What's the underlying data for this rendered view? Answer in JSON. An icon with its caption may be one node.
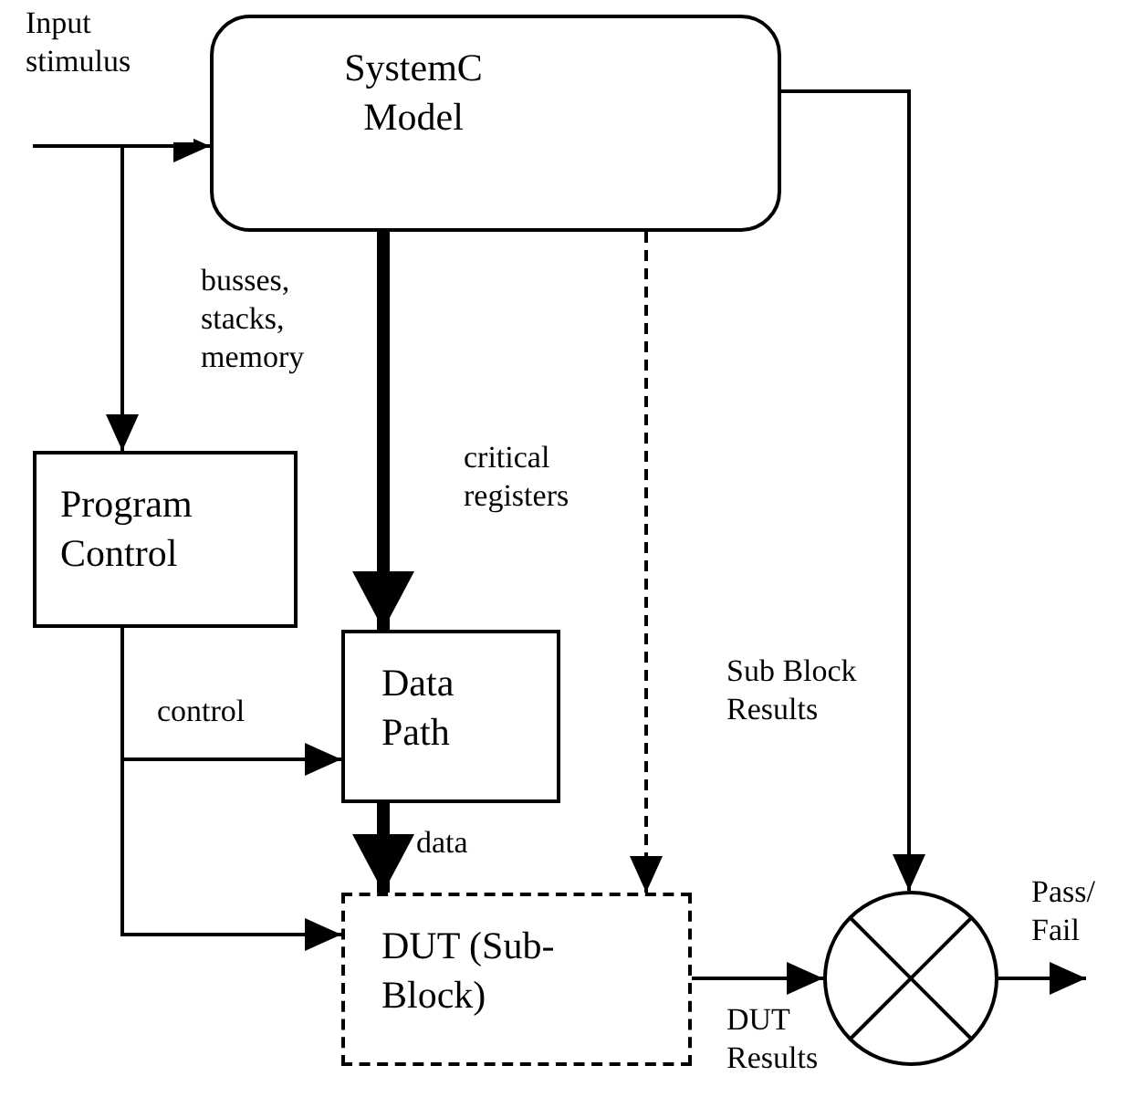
{
  "diagram": {
    "nodes": [
      {
        "text": [
          "Input stimulus"
        ]
      },
      {
        "text": [
          "SystemC Model"
        ]
      },
      {
        "text": [
          "Program Control"
        ]
      },
      {
        "text": [
          "Data Path"
        ]
      },
      {
        "text": [
          "DUT (Sub-Block)"
        ]
      },
      {
        "text": [],
        "shape": "circle"
      }
    ],
    "edges": [
      {
        "from": 0,
        "to": 1,
        "arrow": "to"
      },
      {
        "from": 0,
        "to": 2,
        "arrow": "to"
      },
      {
        "from": 1,
        "to": 3,
        "arrow": "to",
        "style": "thick",
        "label": "busses, stacks, memory"
      },
      {
        "from": 1,
        "to": 4,
        "arrow": "to",
        "style": "dashed",
        "label": "critical registers"
      },
      {
        "from": 1,
        "to": 5,
        "arrow": "to",
        "label": "Sub Block Results"
      },
      {
        "from": 2,
        "to": 3,
        "arrow": "to",
        "label": "control"
      },
      {
        "from": 2,
        "to": 4,
        "arrow": "to"
      },
      {
        "from": 3,
        "to": 4,
        "arrow": "to",
        "style": "thick",
        "label": "data"
      },
      {
        "from": 4,
        "to": 5,
        "arrow": "to",
        "label": "DUT Results"
      },
      {
        "from": 5,
        "to": null,
        "arrow": "to",
        "label": "Pass/ Fail"
      }
    ]
  }
}
